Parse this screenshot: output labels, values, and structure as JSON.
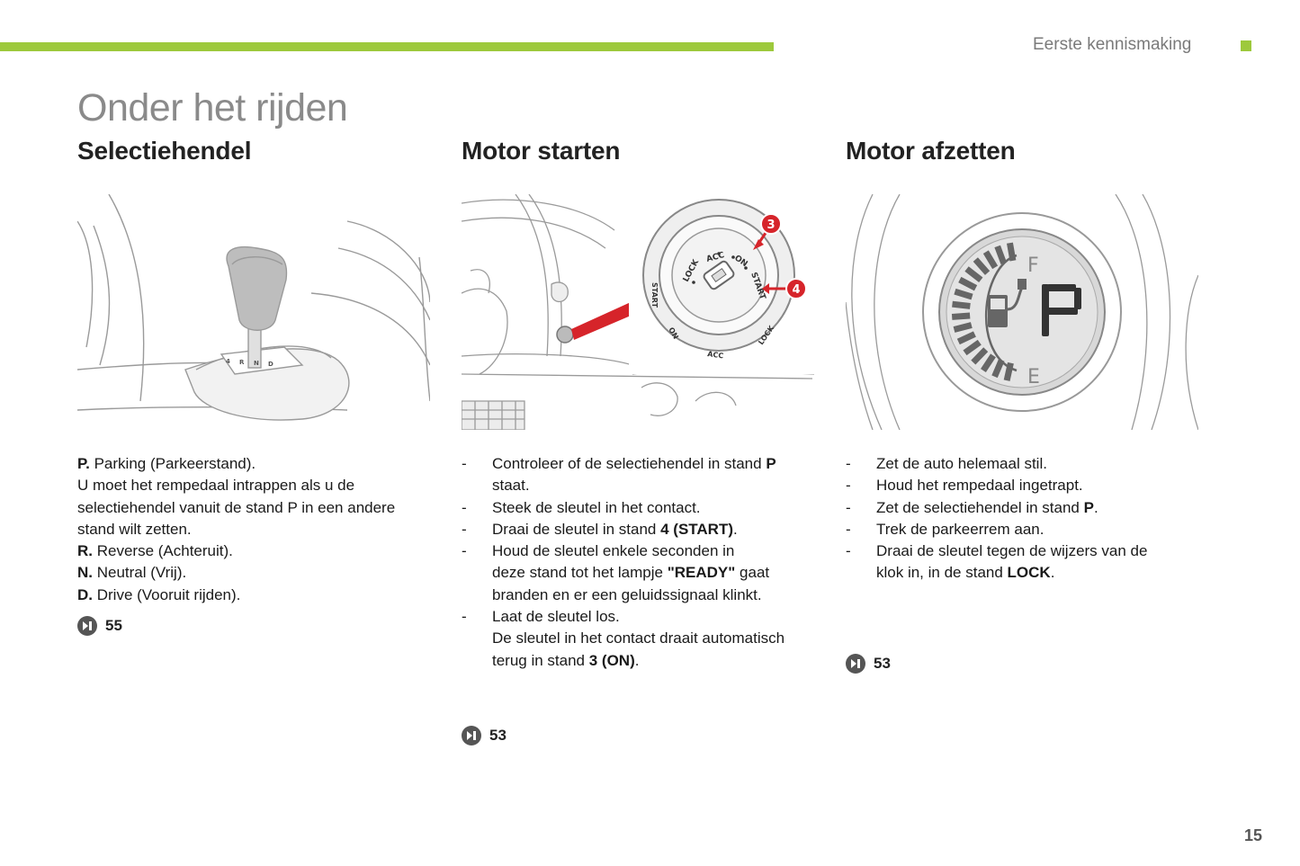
{
  "colors": {
    "accent": "#9dc93c",
    "title_grey": "#8a8a8a",
    "ref_icon": "#555555",
    "marker_red": "#d6242a"
  },
  "header": {
    "section": "Eerste kennismaking"
  },
  "page_title": "Onder het rijden",
  "columns": [
    {
      "heading": "Selectiehendel",
      "illustration": {
        "icon": "gear-selector-illustration",
        "labels": [
          "4",
          "R",
          "N",
          "D"
        ]
      },
      "lines": [
        {
          "bold": "P.",
          "text": " Parking (Parkeerstand)."
        },
        {
          "bold": "",
          "text": "U moet het rempedaal intrappen als u de"
        },
        {
          "bold": "",
          "text": "selectiehendel vanuit de stand P in een andere"
        },
        {
          "bold": "",
          "text": "stand wilt zetten."
        },
        {
          "bold": "R.",
          "text": " Reverse (Achteruit)."
        },
        {
          "bold": "N.",
          "text": " Neutral (Vrij)."
        },
        {
          "bold": "D.",
          "text": " Drive (Vooruit rijden)."
        }
      ],
      "ref": "55"
    },
    {
      "heading": "Motor starten",
      "illustration": {
        "icon": "ignition-switch-illustration",
        "positions": [
          "LOCK",
          "ACC",
          "ON",
          "START"
        ],
        "bottom_labels": [
          "START",
          "ON",
          "ACC",
          "LOCK"
        ],
        "callouts": [
          "3",
          "4"
        ]
      },
      "bullets": [
        {
          "dash": "-",
          "lines": [
            [
              {
                "t": "Controleer of de selectiehendel in stand "
              },
              {
                "b": "P"
              }
            ],
            [
              {
                "t": "staat."
              }
            ]
          ]
        },
        {
          "dash": "-",
          "lines": [
            [
              {
                "t": "Steek de sleutel in het contact."
              }
            ]
          ]
        },
        {
          "dash": "-",
          "lines": [
            [
              {
                "t": "Draai de sleutel in stand "
              },
              {
                "b": "4 (START)"
              },
              {
                "t": "."
              }
            ]
          ]
        },
        {
          "dash": "-",
          "lines": [
            [
              {
                "t": "Houd de sleutel enkele seconden in"
              }
            ],
            [
              {
                "t": "deze stand tot het lampje "
              },
              {
                "b": "\"READY\""
              },
              {
                "t": " gaat"
              }
            ],
            [
              {
                "t": "branden en er een geluidssignaal klinkt."
              }
            ]
          ]
        },
        {
          "dash": "-",
          "lines": [
            [
              {
                "t": "Laat de sleutel los."
              }
            ],
            [
              {
                "t": "De sleutel in het contact draait automatisch"
              }
            ],
            [
              {
                "t": "terug in stand "
              },
              {
                "b": "3 (ON)"
              },
              {
                "t": "."
              }
            ]
          ]
        }
      ],
      "ref": "53"
    },
    {
      "heading": "Motor afzetten",
      "illustration": {
        "icon": "instrument-display-illustration",
        "gear": "P",
        "gauge_top": "F",
        "gauge_bottom": "E"
      },
      "bullets": [
        {
          "dash": "-",
          "lines": [
            [
              {
                "t": "Zet de auto helemaal stil."
              }
            ]
          ]
        },
        {
          "dash": "-",
          "lines": [
            [
              {
                "t": "Houd het rempedaal ingetrapt."
              }
            ]
          ]
        },
        {
          "dash": "-",
          "lines": [
            [
              {
                "t": "Zet de selectiehendel in stand "
              },
              {
                "b": "P"
              },
              {
                "t": "."
              }
            ]
          ]
        },
        {
          "dash": "-",
          "lines": [
            [
              {
                "t": "Trek de parkeerrem aan."
              }
            ]
          ]
        },
        {
          "dash": "-",
          "lines": [
            [
              {
                "t": "Draai de sleutel tegen de wijzers van de"
              }
            ],
            [
              {
                "t": "klok in, in de stand "
              },
              {
                "b": "LOCK"
              },
              {
                "t": "."
              }
            ]
          ]
        }
      ],
      "ref": "53"
    }
  ],
  "page_number": "15"
}
